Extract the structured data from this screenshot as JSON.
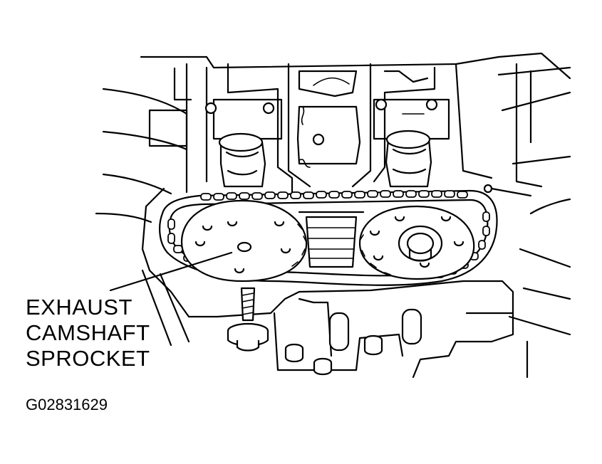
{
  "callout": {
    "lines": [
      "EXHAUST",
      "CAMSHAFT",
      "SPROCKET"
    ]
  },
  "figure_code": "G02831629",
  "colors": {
    "ink": "#000000",
    "background": "#ffffff"
  }
}
